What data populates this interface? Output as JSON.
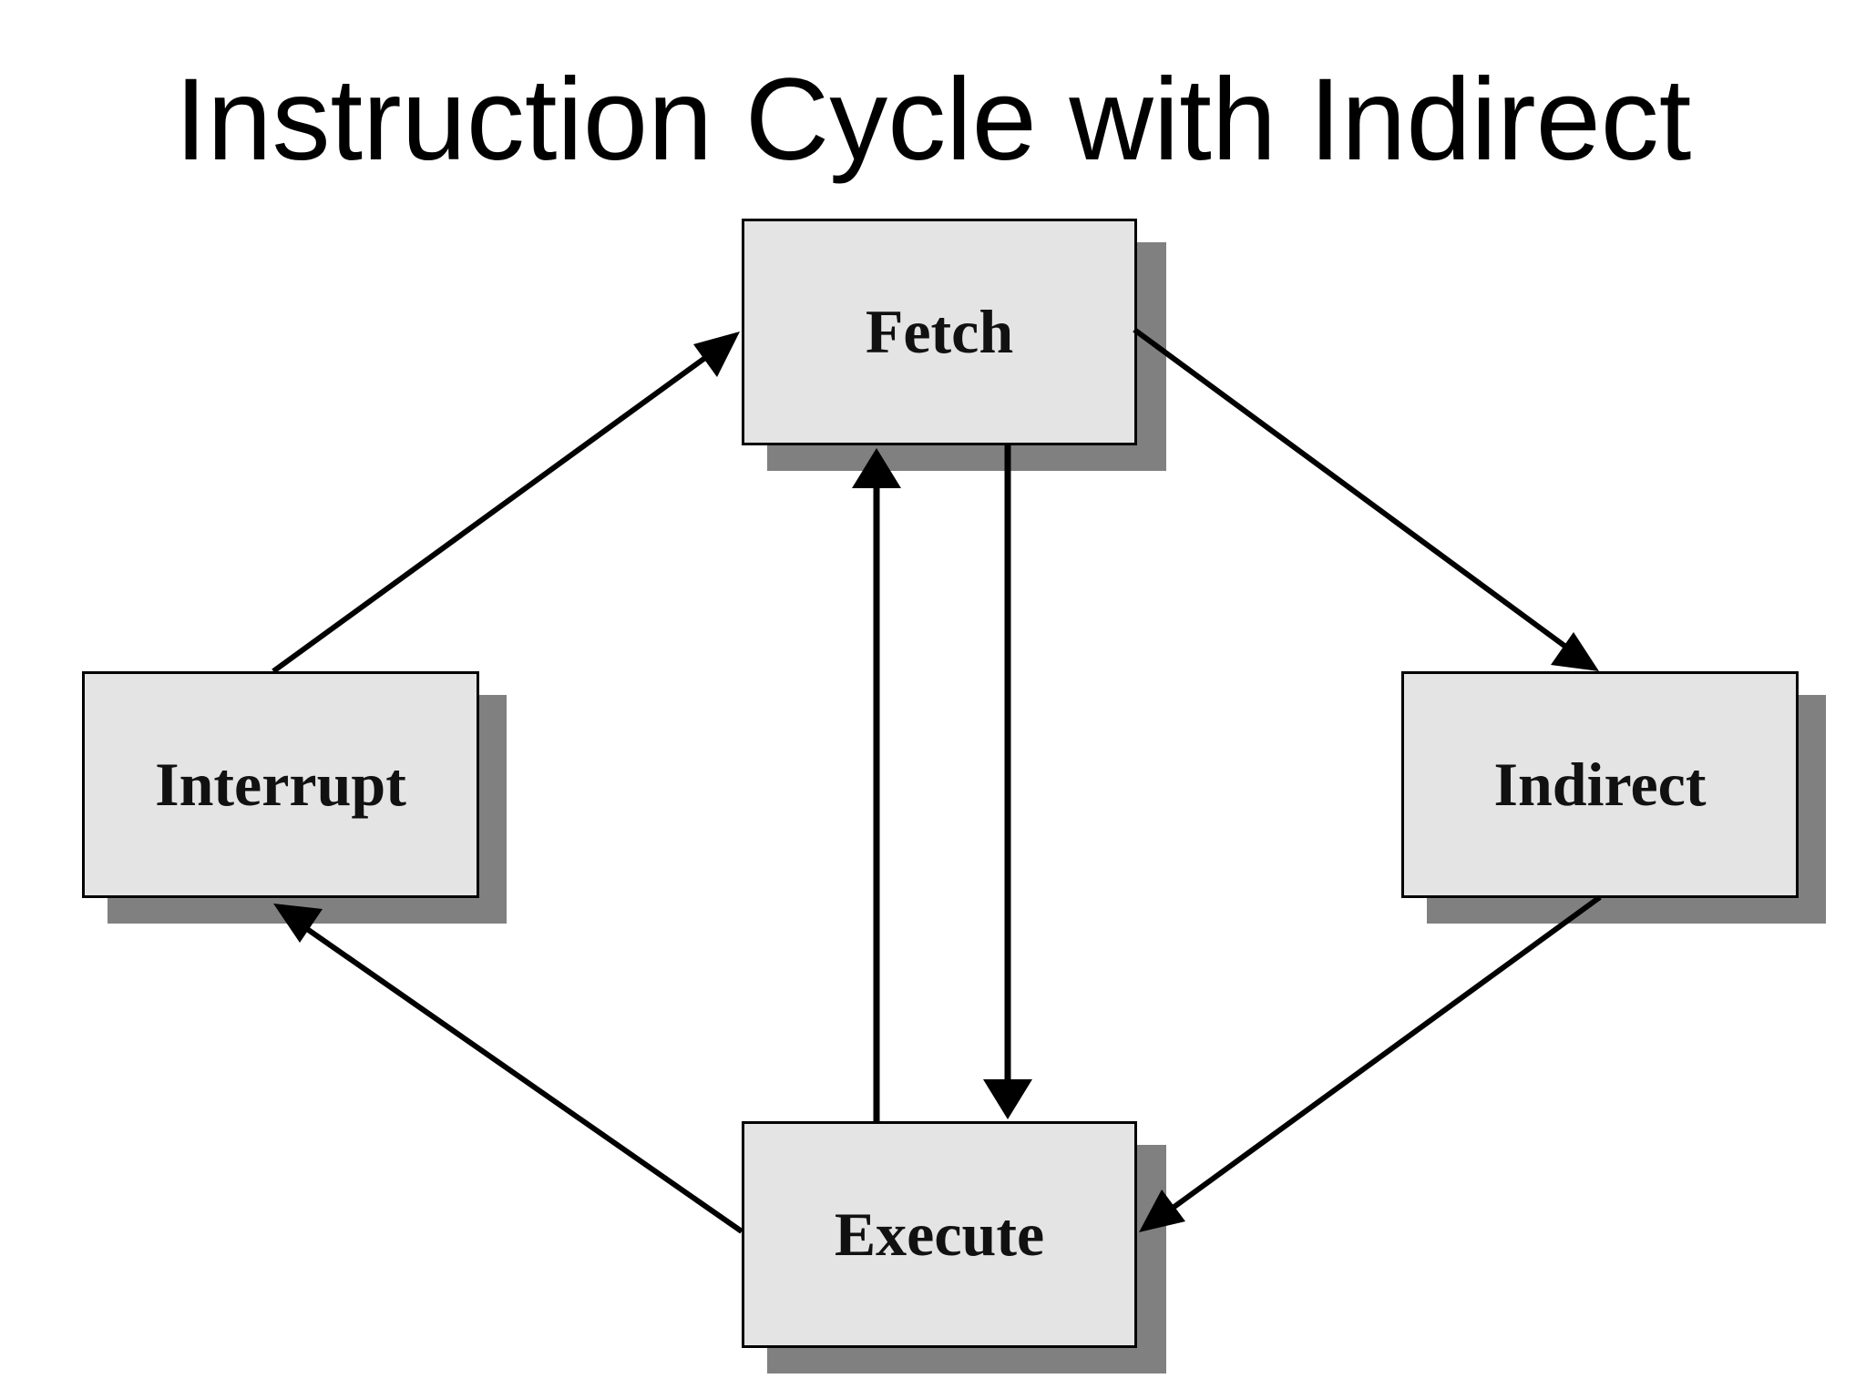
{
  "slide": {
    "title": "Instruction Cycle with Indirect"
  },
  "diagram": {
    "nodes": {
      "fetch": "Fetch",
      "interrupt": "Interrupt",
      "indirect": "Indirect",
      "execute": "Execute"
    },
    "edges": [
      {
        "from": "Fetch",
        "to": "Indirect"
      },
      {
        "from": "Indirect",
        "to": "Execute"
      },
      {
        "from": "Fetch",
        "to": "Execute"
      },
      {
        "from": "Execute",
        "to": "Fetch"
      },
      {
        "from": "Execute",
        "to": "Interrupt"
      },
      {
        "from": "Interrupt",
        "to": "Fetch"
      }
    ],
    "colors": {
      "box_fill": "#e4e4e4",
      "box_shadow": "#808080",
      "arrow": "#000000"
    }
  }
}
